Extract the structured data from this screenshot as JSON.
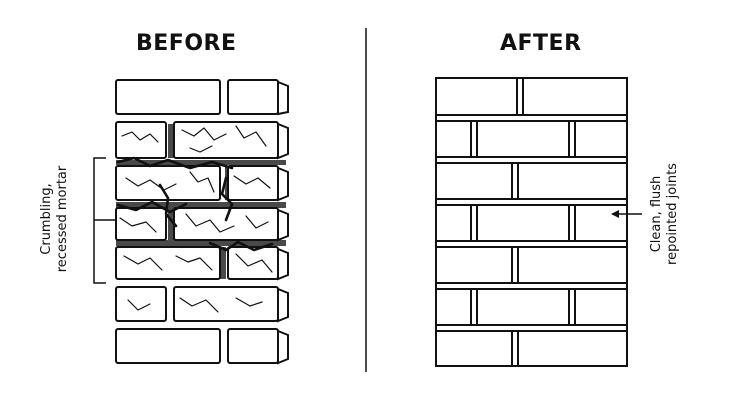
{
  "panels": {
    "before": {
      "title": "BEFORE",
      "annotation": [
        "Crumbling,",
        "recessed mortar"
      ]
    },
    "after": {
      "title": "AFTER",
      "annotation": [
        "Clean, flush",
        "repointed joints"
      ]
    }
  },
  "colors": {
    "line": "#111111",
    "background": "#ffffff"
  }
}
